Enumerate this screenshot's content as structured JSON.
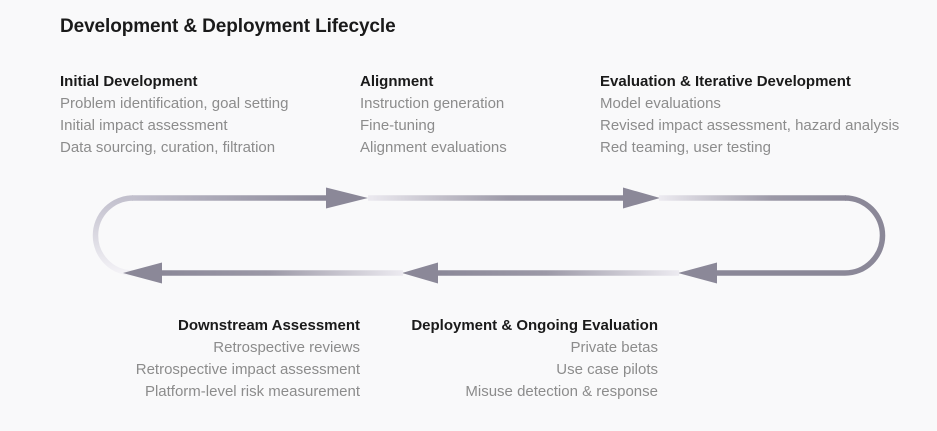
{
  "title": "Development & Deployment Lifecycle",
  "colors": {
    "background": "#f9f9fa",
    "heading_text": "#1a1a1a",
    "body_text": "#8c8c8c",
    "arrow_dark": "#8b8898",
    "arrow_mid": "#9c99a7",
    "arrow_light": "#eceaf0",
    "curve_fade": "#f3f2f6",
    "curve_top": "#c2c0cd"
  },
  "top_sections": [
    {
      "heading": "Initial Development",
      "items": [
        "Problem identification, goal setting",
        "Initial impact assessment",
        "Data sourcing, curation, filtration"
      ]
    },
    {
      "heading": "Alignment",
      "items": [
        "Instruction generation",
        "Fine-tuning",
        "Alignment evaluations"
      ]
    },
    {
      "heading": "Evaluation & Iterative Development",
      "items": [
        "Model evaluations",
        "Revised impact assessment, hazard analysis",
        "Red teaming, user testing"
      ]
    }
  ],
  "bottom_sections": [
    {
      "heading": "Downstream Assessment",
      "items": [
        "Retrospective reviews",
        "Retrospective impact assessment",
        "Platform-level risk measurement"
      ]
    },
    {
      "heading": "Deployment & Ongoing Evaluation",
      "items": [
        "Private betas",
        "Use case pilots",
        "Misuse detection & response"
      ]
    }
  ],
  "flow": {
    "type": "cycle",
    "top_direction": "left-to-right",
    "bottom_direction": "right-to-left",
    "order": [
      "Initial Development",
      "Alignment",
      "Evaluation & Iterative Development",
      "Deployment & Ongoing Evaluation",
      "Downstream Assessment"
    ]
  }
}
